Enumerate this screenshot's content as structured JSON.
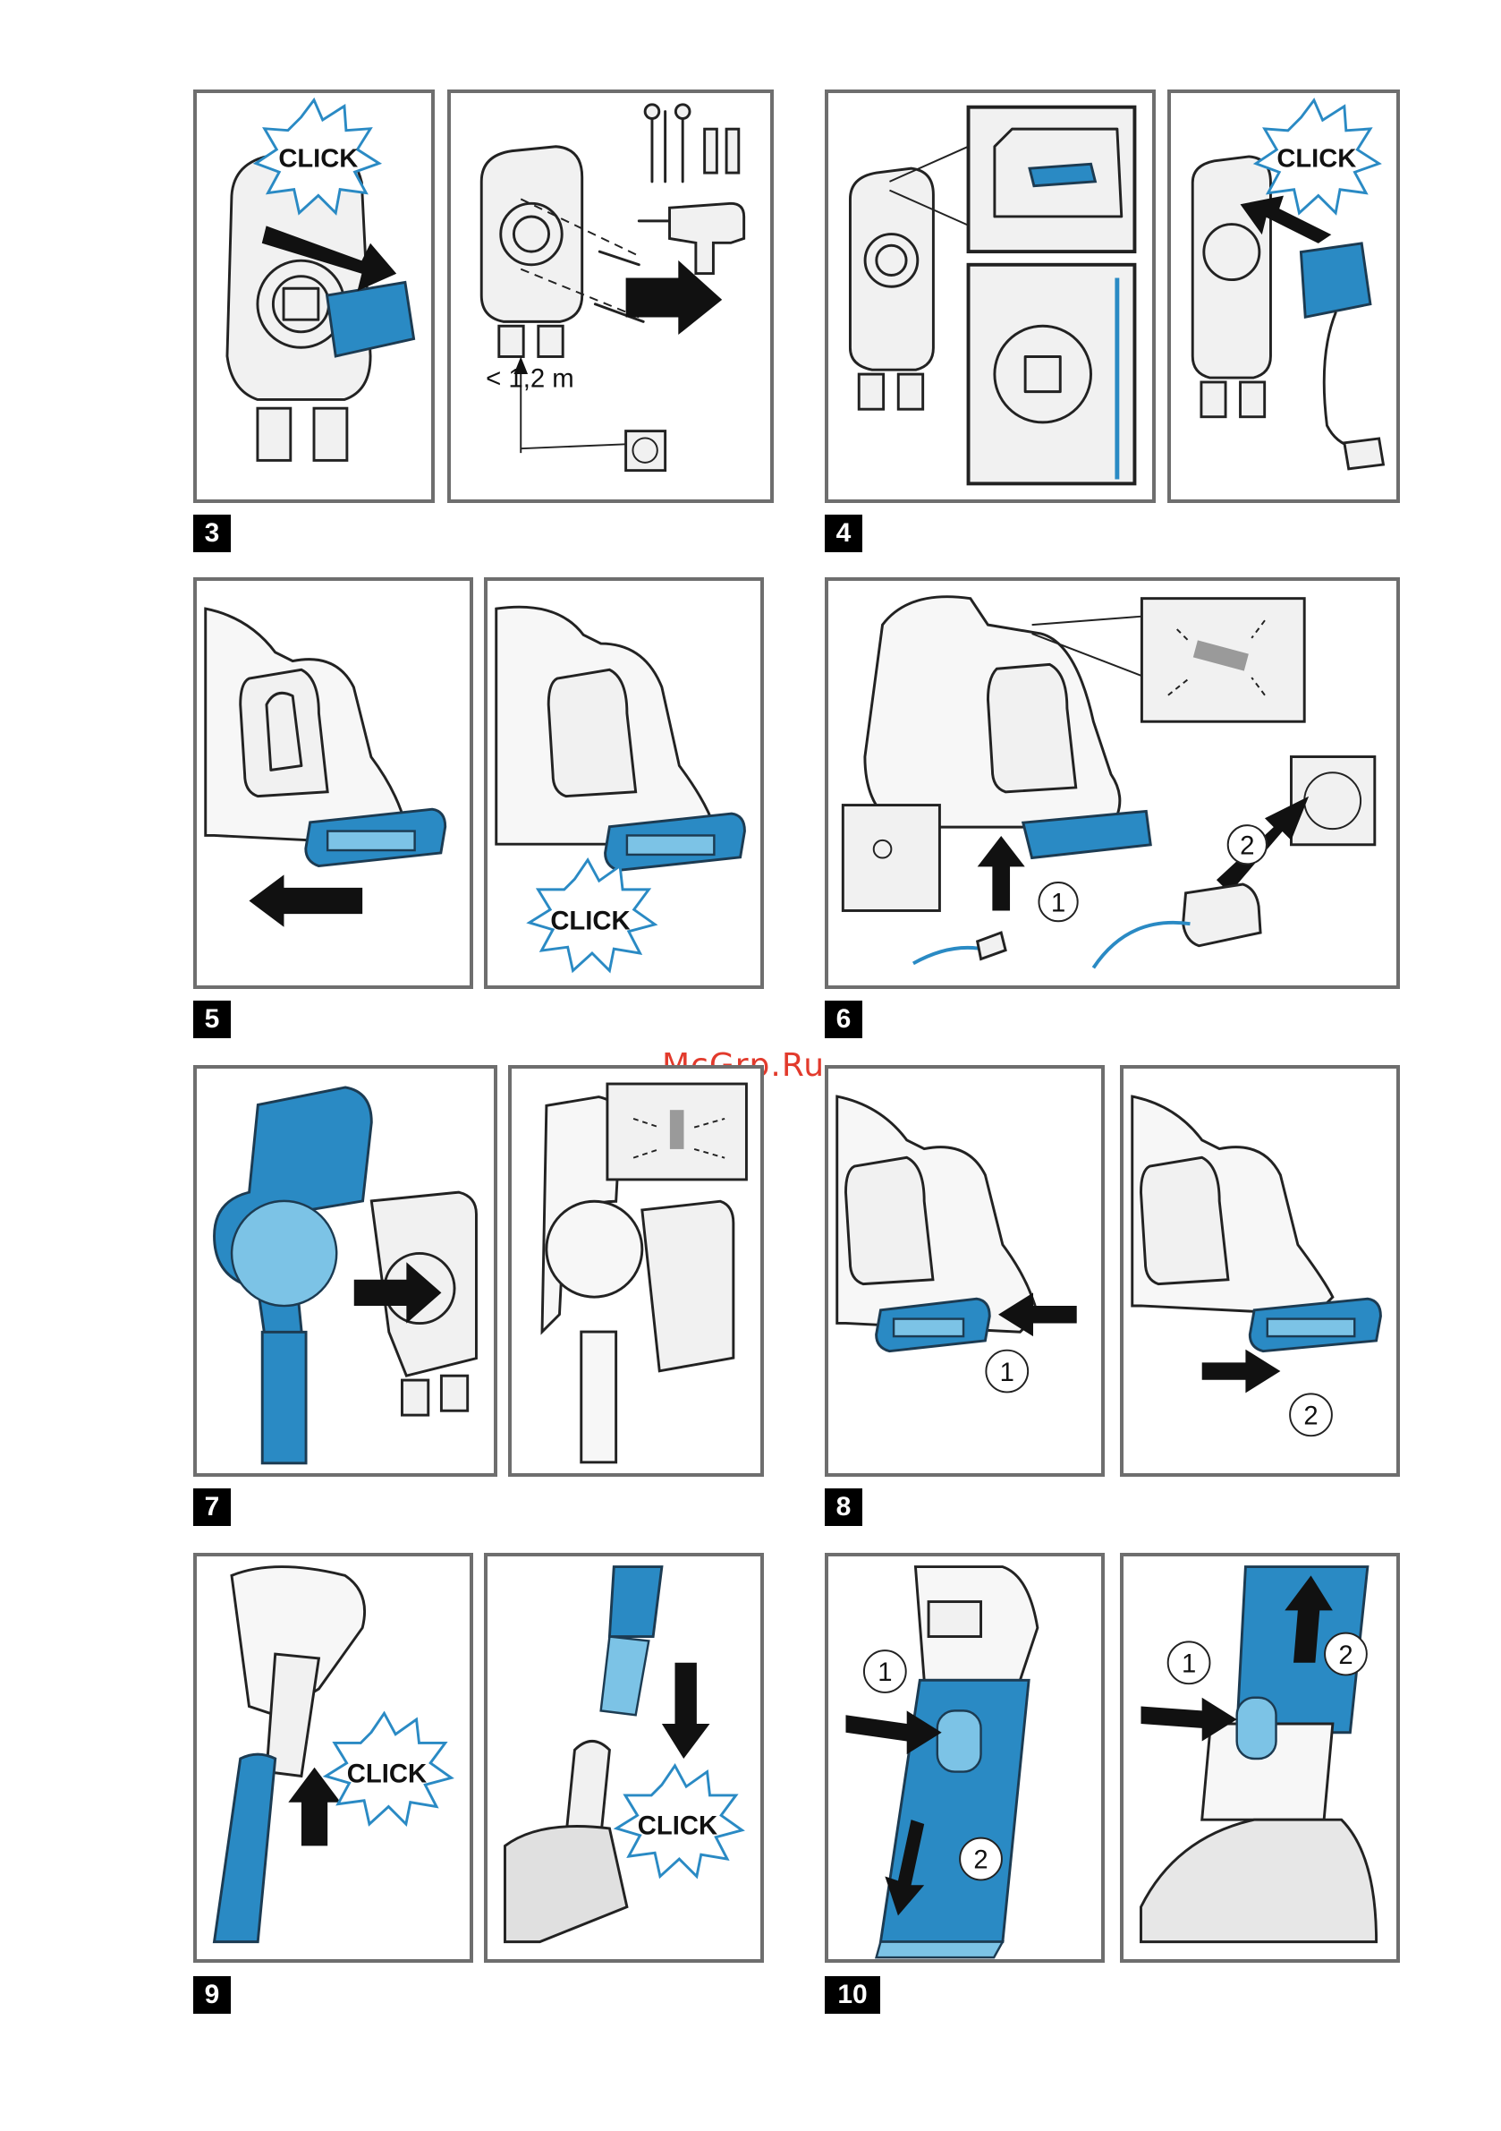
{
  "watermark": "McGrp.Ru",
  "colors": {
    "accent_blue": "#2a8ac4",
    "light_blue": "#7cc3e6",
    "frame_grey": "#6e6e6e",
    "watermark_red": "#e23a2c"
  },
  "steps": [
    {
      "number": "3"
    },
    {
      "number": "4"
    },
    {
      "number": "5"
    },
    {
      "number": "6"
    },
    {
      "number": "7"
    },
    {
      "number": "8"
    },
    {
      "number": "9"
    },
    {
      "number": "10"
    }
  ],
  "labels": {
    "click": "CLICK",
    "distance": "< 1,2 m",
    "one": "1",
    "two": "2"
  }
}
